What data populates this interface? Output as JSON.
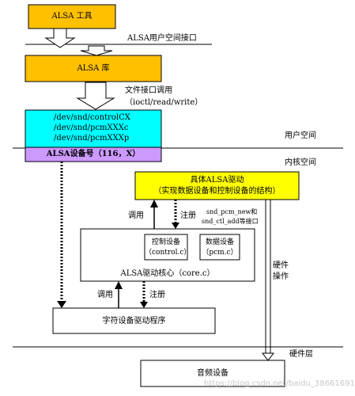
{
  "layers": {
    "user_interface": "ALSA用户空间接口",
    "user_space": "用户空间",
    "kernel_space": "内核空间",
    "hardware_layer": "硬件层"
  },
  "boxes": {
    "alsa_tools": "ALSA 工具",
    "alsa_lib": "ALSA 库",
    "dev_nodes": [
      "/dev/snd/controlCX",
      "/dev/snd/pcmXXXc",
      "/dev/snd/pcmXXXp"
    ],
    "device_number": "ALSA设备号（116，X）",
    "driver_title": "具体ALSA驱动",
    "driver_subtitle": "（实现数据设备和控制设备的结构）",
    "control_device": [
      "控制设备",
      "（control.c）"
    ],
    "data_device": [
      "数据设备",
      "（pcm.c）"
    ],
    "core": "ALSA驱动核心（core.c）",
    "char_driver": "字符设备驱动程序",
    "audio_device": "音频设备"
  },
  "labels": {
    "file_io_title": "文件接口调用",
    "file_io_calls": "（ioctl/read/write）",
    "register_api_1": "snd_pcm_new和",
    "register_api_2": "snd_ctl_add等接口",
    "call_upper": "调用",
    "register_upper": "注册",
    "call_lower": "调用",
    "register_lower": "注册",
    "hw_op_1": "硬件",
    "hw_op_2": "操作"
  },
  "watermark": "https://blog.csdn.net/baidu_38661691",
  "colors": {
    "orange": "#ffc000",
    "cyan": "#00ffff",
    "purple": "#cc99ff",
    "yellow": "#ffff00",
    "line": "#000000"
  }
}
